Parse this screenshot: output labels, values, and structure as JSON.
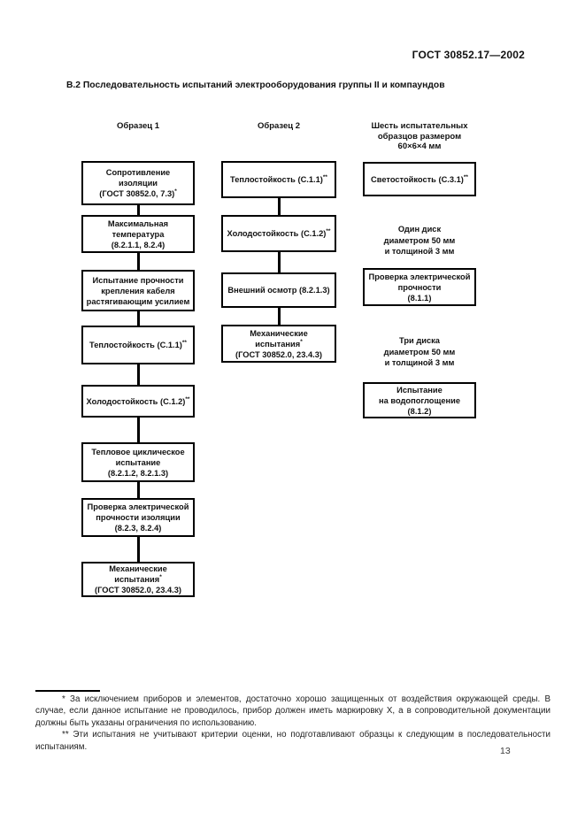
{
  "page": {
    "doc_code": "ГОСТ 30852.17—2002",
    "section_title": "В.2  Последовательность испытаний электрооборудования группы II и компаундов",
    "page_number": "13"
  },
  "flowchart": {
    "columns": [
      {
        "name": "column-1",
        "header_lines": [
          "Образец 1"
        ],
        "connected": true,
        "items": [
          {
            "type": "box",
            "lines": [
              {
                "t": "Сопротивление"
              },
              {
                "t": "изоляции"
              },
              {
                "t": "(ГОСТ 30852.0, 7.3)",
                "sup": "*"
              }
            ]
          },
          {
            "type": "box",
            "lines": [
              {
                "t": "Максимальная"
              },
              {
                "t": "температура"
              },
              {
                "t": "(8.2.1.1, 8.2.4)"
              }
            ]
          },
          {
            "type": "box",
            "lines": [
              {
                "t": "Испытание прочности"
              },
              {
                "t": "крепления кабеля"
              },
              {
                "t": "растягивающим усилием"
              }
            ]
          },
          {
            "type": "box",
            "lines": [
              {
                "t": "Теплостойкость (С.1.1)",
                "sup": "**"
              }
            ]
          },
          {
            "type": "box",
            "lines": [
              {
                "t": "Холодостойкость (С.1.2)",
                "sup": "**"
              }
            ]
          },
          {
            "type": "box",
            "lines": [
              {
                "t": "Тепловое циклическое"
              },
              {
                "t": "испытание"
              },
              {
                "t": "(8.2.1.2, 8.2.1.3)"
              }
            ]
          },
          {
            "type": "box",
            "lines": [
              {
                "t": "Проверка электрической"
              },
              {
                "t": "прочности изоляции"
              },
              {
                "t": "(8.2.3, 8.2.4)"
              }
            ]
          },
          {
            "type": "box",
            "lines": [
              {
                "t": "Механические испытания",
                "sup": "*"
              },
              {
                "t": "(ГОСТ 30852.0, 23.4.3)"
              }
            ]
          }
        ]
      },
      {
        "name": "column-2",
        "header_lines": [
          "Образец 2"
        ],
        "connected": true,
        "items": [
          {
            "type": "box",
            "lines": [
              {
                "t": "Теплостойкость (С.1.1)",
                "sup": "**"
              }
            ]
          },
          {
            "type": "box",
            "lines": [
              {
                "t": "Холодостойкость (С.1.2)",
                "sup": "**"
              }
            ]
          },
          {
            "type": "box",
            "lines": [
              {
                "t": "Внешний осмотр (8.2.1.3)"
              }
            ]
          },
          {
            "type": "box",
            "lines": [
              {
                "t": "Механические испытания",
                "sup": "*"
              },
              {
                "t": "(ГОСТ 30852.0, 23.4.3)"
              }
            ]
          }
        ]
      },
      {
        "name": "column-3",
        "header_lines": [
          "Шесть испытательных",
          "образцов размером",
          "60×6×4 мм"
        ],
        "connected": false,
        "items": [
          {
            "type": "box",
            "lines": [
              {
                "t": "Светостойкость (С.3.1)",
                "sup": "**"
              }
            ]
          },
          {
            "type": "text",
            "lines": [
              {
                "t": "Один диск"
              },
              {
                "t": "диаметром 50 мм"
              },
              {
                "t": "и толщиной 3 мм"
              }
            ]
          },
          {
            "type": "box",
            "lines": [
              {
                "t": "Проверка электрической"
              },
              {
                "t": "прочности"
              },
              {
                "t": "(8.1.1)"
              }
            ]
          },
          {
            "type": "text",
            "lines": [
              {
                "t": "Три диска"
              },
              {
                "t": "диаметром 50 мм"
              },
              {
                "t": "и толщиной 3 мм"
              }
            ]
          },
          {
            "type": "box",
            "lines": [
              {
                "t": "Испытание"
              },
              {
                "t": "на водопоглощение"
              },
              {
                "t": "(8.1.2)"
              }
            ]
          }
        ]
      }
    ]
  },
  "footnotes": [
    "* За исключением приборов и элементов, достаточно хорошо защищенных от воздействия окружающей среды. В случае, если данное испытание не проводилось, прибор должен иметь маркировку X, а в сопроводительной документации должны быть указаны ограничения по использованию.",
    "** Эти испытания не учитывают критерии оценки, но подготавливают образцы к следующим в последовательности испытаниям."
  ]
}
